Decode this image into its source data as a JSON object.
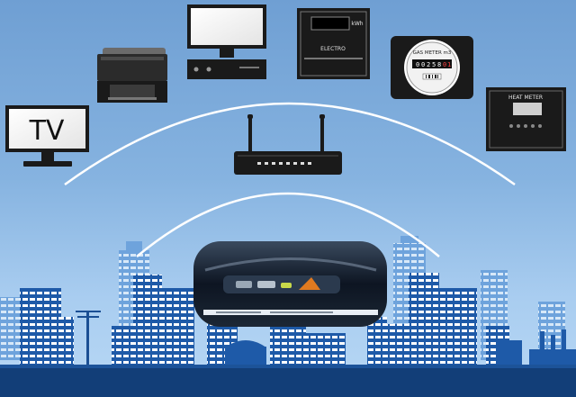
{
  "devices": {
    "tv": {
      "label": "TV"
    },
    "printer": {},
    "computer": {},
    "electric_meter": {
      "unit": "kWh",
      "label": "ELECTRO"
    },
    "gas_meter": {
      "title": "GAS METER m3",
      "digits": [
        "0",
        "0",
        "2",
        "5",
        "8",
        "0",
        "1"
      ]
    },
    "heat_meter": {
      "label": "HEAT METER"
    },
    "router": {},
    "smart_hub": {}
  },
  "colors": {
    "sky_top": "#6f9fd3",
    "sky_bottom": "#b8d8f5",
    "building": "#1e5aa8",
    "building_light": "#6ea3dc",
    "ground": "#123e78",
    "device_dark": "#1a1a1a",
    "arc": "#ffffff"
  }
}
